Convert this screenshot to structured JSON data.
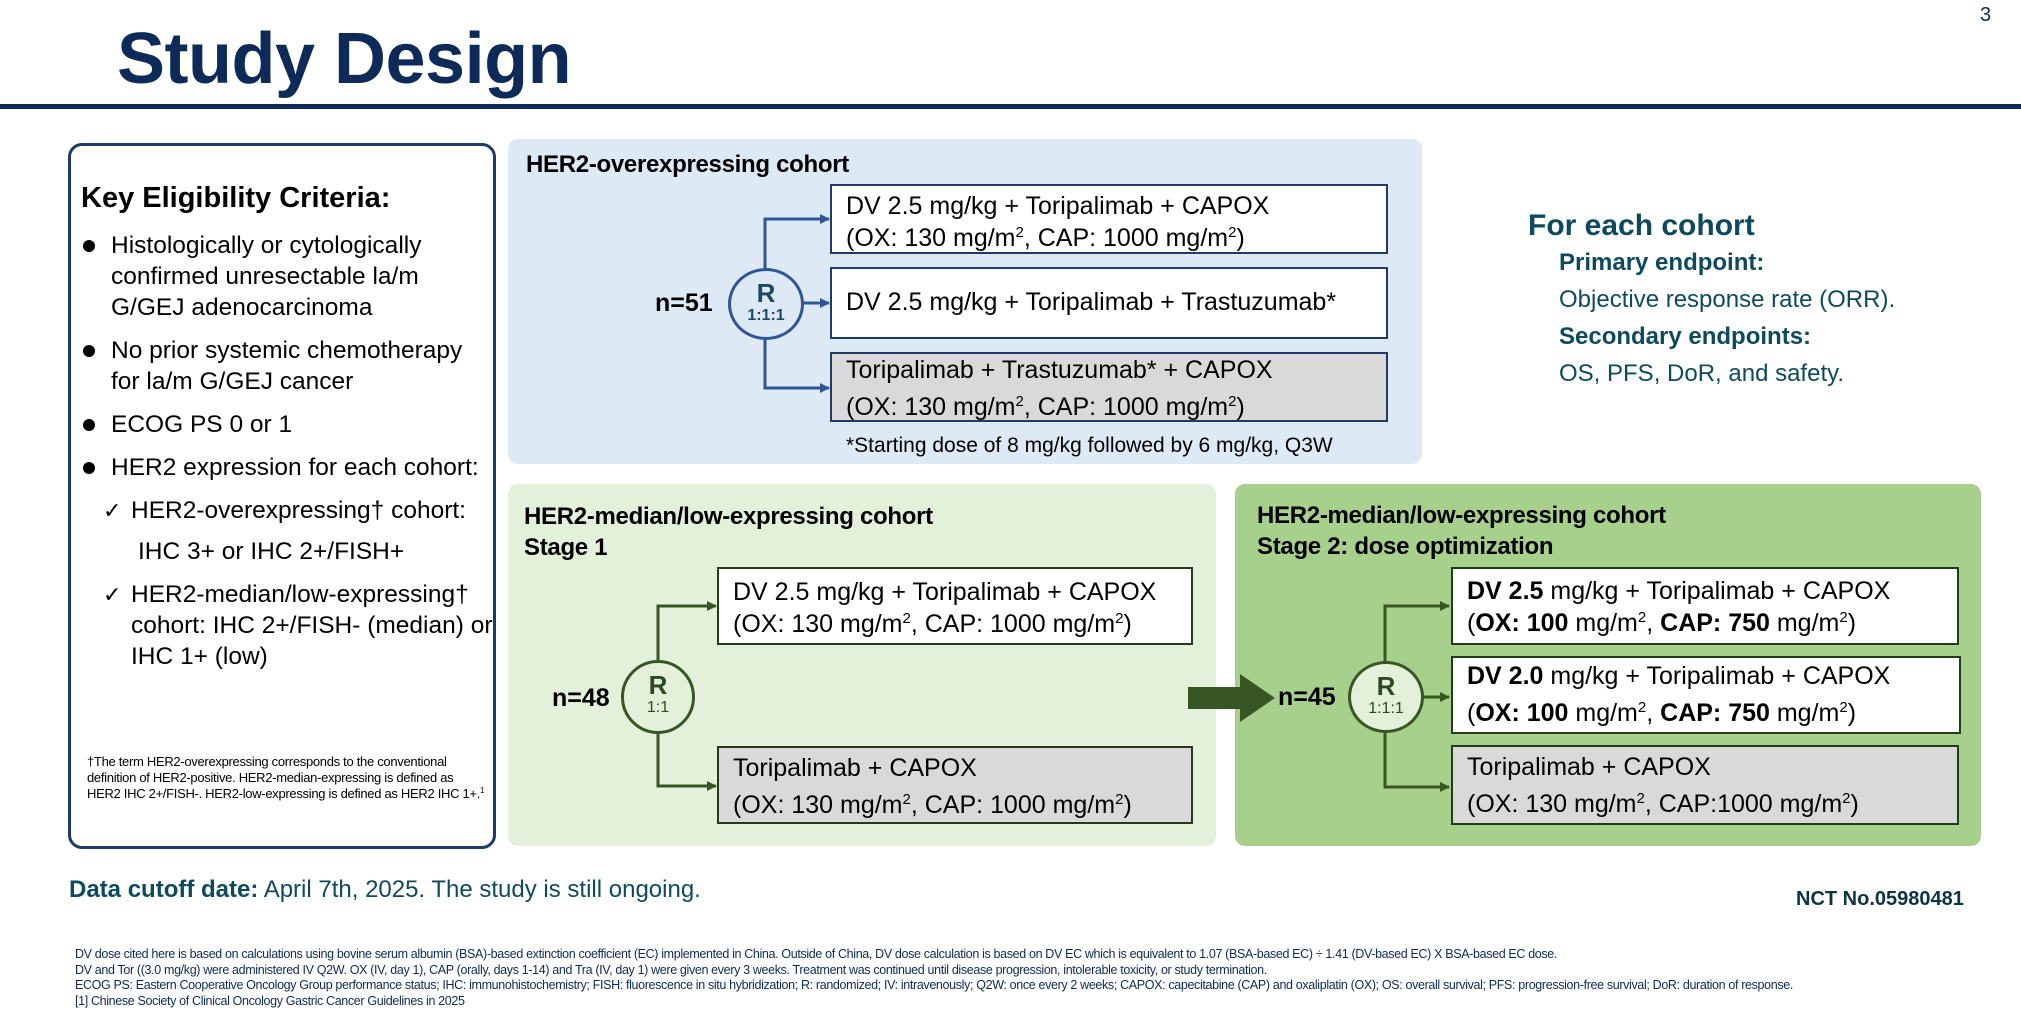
{
  "header": {
    "title": "Study Design",
    "page_number": "3"
  },
  "eligibility": {
    "title": "Key Eligibility Criteria:",
    "bullets": [
      "Histologically or cytologically confirmed unresectable la/m G/GEJ adenocarcinoma",
      "No prior systemic chemotherapy for la/m G/GEJ cancer",
      "ECOG PS 0 or 1",
      "HER2 expression for each cohort:"
    ],
    "checks": [
      {
        "label": "HER2-overexpressing† cohort:",
        "detail": "IHC 3+ or IHC 2+/FISH+"
      },
      {
        "label": "HER2-median/low-expressing† cohort: IHC 2+/FISH- (median) or IHC 1+ (low)"
      }
    ],
    "footnote": "†The term HER2-overexpressing corresponds to the conventional definition of HER2-positive. HER2-median-expressing is defined as HER2 IHC 2+/FISH-. HER2-low-expressing is defined as HER2 IHC 1+.",
    "footnote_ref": "1"
  },
  "cohort_over": {
    "title": "HER2-overexpressing cohort",
    "n": "n=51",
    "r": "R",
    "ratio": "1:1:1",
    "arms": [
      {
        "line1": "DV 2.5 mg/kg + Toripalimab + CAPOX",
        "line2a": "(OX: 130 mg/m",
        "line2b": ", CAP: 1000 mg/m",
        "line2c": ")"
      },
      {
        "line1": "DV 2.5 mg/kg + Toripalimab + Trastuzumab*"
      },
      {
        "line1": "Toripalimab + Trastuzumab* + CAPOX",
        "line2a": "(OX: 130 mg/m",
        "line2b": ", CAP: 1000 mg/m",
        "line2c": ")"
      }
    ],
    "note": "*Starting dose of 8 mg/kg followed by 6 mg/kg, Q3W",
    "sup": "2"
  },
  "cohort_low_s1": {
    "title": "HER2-median/low-expressing cohort",
    "subtitle": "Stage 1",
    "n": "n=48",
    "r": "R",
    "ratio": "1:1",
    "arms": [
      {
        "line1": "DV 2.5 mg/kg + Toripalimab + CAPOX",
        "line2a": "(OX: 130 mg/m",
        "line2b": ", CAP: 1000 mg/m",
        "line2c": ")"
      },
      {
        "line1": "Toripalimab + CAPOX",
        "line2a": "(OX: 130 mg/m",
        "line2b": ", CAP: 1000 mg/m",
        "line2c": ")"
      }
    ]
  },
  "cohort_low_s2": {
    "title": "HER2-median/low-expressing cohort",
    "subtitle": "Stage 2: dose optimization",
    "n": "n=45",
    "r": "R",
    "ratio": "1:1:1",
    "arms": [
      {
        "b1": "DV 2.5",
        "t1": " mg/kg + Toripalimab + CAPOX",
        "p": "(",
        "b2": "OX: 100",
        "t2": " mg/m",
        "c": ", ",
        "b3": "CAP: 750",
        "t3": " mg/m",
        "e": ")"
      },
      {
        "b1": "DV 2.0",
        "t1": " mg/kg + Toripalimab + CAPOX",
        "p": "(",
        "b2": "OX: 100",
        "t2": " mg/m",
        "c": ", ",
        "b3": "CAP: 750",
        "t3": " mg/m",
        "e": ")"
      },
      {
        "line1": "Toripalimab + CAPOX",
        "line2a": "(OX: 130 mg/m",
        "line2b": ", CAP:1000 mg/m",
        "line2c": ")"
      }
    ]
  },
  "endpoints": {
    "heading": "For each cohort",
    "primary_label": "Primary endpoint:",
    "primary_value": "Objective response rate (ORR).",
    "secondary_label": "Secondary endpoints:",
    "secondary_value": "OS, PFS, DoR, and safety."
  },
  "cutoff": {
    "label": "Data cutoff date:",
    "value": " April 7th, 2025. The study is still ongoing."
  },
  "nct": "NCT No.05980481",
  "footnotes": [
    "DV dose cited here is based on calculations using bovine serum albumin (BSA)-based extinction coefficient (EC) implemented in China. Outside of China, DV dose calculation is based on DV EC which is equivalent to 1.07 (BSA-based EC) ÷ 1.41 (DV-based EC) X BSA-based EC dose.",
    "DV and Tor ((3.0 mg/kg) were administered IV Q2W. OX (IV, day 1), CAP (orally, days 1-14) and Tra (IV, day 1) were given every 3 weeks. Treatment was continued until disease progression, intolerable toxicity, or study termination.",
    "ECOG PS: Eastern Cooperative Oncology Group performance status; IHC: immunohistochemistry; FISH: fluorescence in situ hybridization; R: randomized; IV: intravenously; Q2W: once every 2 weeks; CAPOX: capecitabine (CAP) and oxaliplatin (OX); OS: overall survival; PFS: progression-free survival; DoR: duration of response.",
    "[1] Chinese Society of Clinical Oncology Gastric Cancer Guidelines in 2025"
  ],
  "colors": {
    "navy": "#0d2a58",
    "blue_panel": "#dde9f5",
    "blue_line": "#2f5597",
    "light_green_panel": "#e3f0da",
    "dark_green_panel": "#a8d08d",
    "green_line": "#375623",
    "teal_text": "#0e4a5e",
    "comparator_gray": "#d9d9d9"
  }
}
